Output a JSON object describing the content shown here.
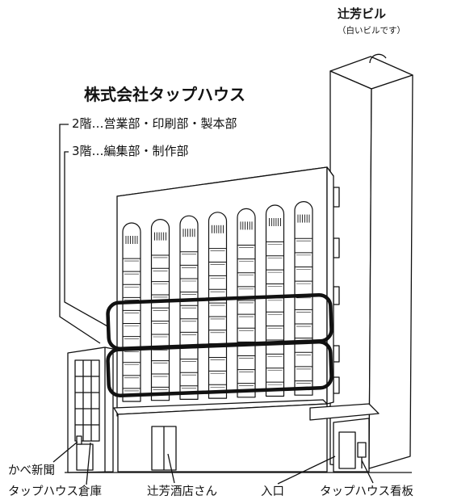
{
  "building": {
    "name": "辻芳ビル",
    "note": "（白いビルです）"
  },
  "company": {
    "name": "株式会社タップハウス",
    "floor2": "2階…営業部・印刷部・製本部",
    "floor3": "3階…編集部・制作部"
  },
  "labels": {
    "kabe_shinbun": "かべ新聞",
    "souko": "タップハウス倉庫",
    "sakaten": "辻芳酒店さん",
    "iriguchi": "入口",
    "kanban": "タップハウス看板"
  }
}
